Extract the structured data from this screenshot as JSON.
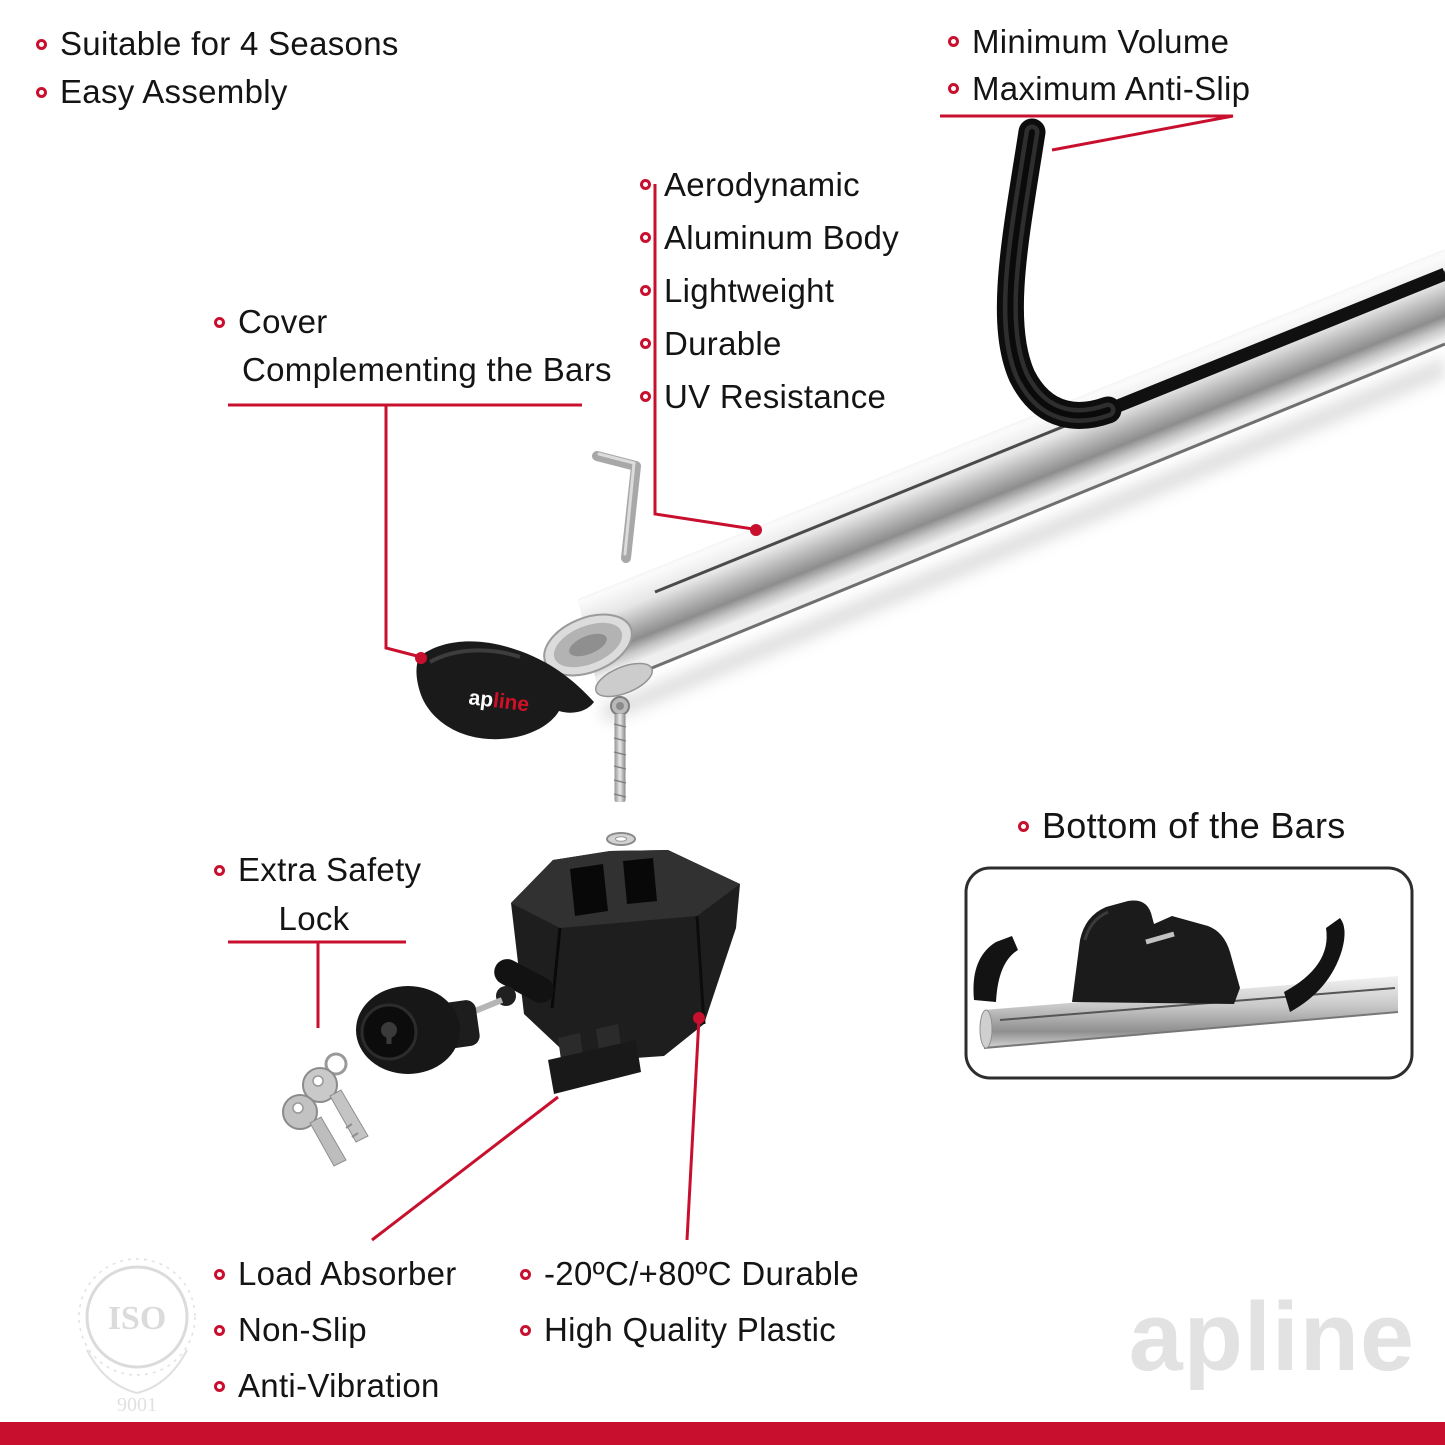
{
  "colors": {
    "accent": "#c8102e"
  },
  "brand": {
    "watermark": "apline",
    "logo_ap": "ap",
    "logo_line": "line"
  },
  "badges": {
    "iso_title": "ISO",
    "iso_number": "9001"
  },
  "labels": {
    "top_left": {
      "items": [
        "Suitable for 4 Seasons",
        "Easy Assembly"
      ]
    },
    "top_right": {
      "items": [
        "Minimum Volume",
        "Maximum Anti-Slip"
      ]
    },
    "bar_features": {
      "items": [
        "Aerodynamic",
        "Aluminum Body",
        "Lightweight",
        "Durable",
        "UV Resistance"
      ]
    },
    "cover": {
      "line1": "Cover",
      "line2": "Complementing the Bars"
    },
    "bottom_of_bars": "Bottom of the Bars",
    "safety_lock": {
      "line1": "Extra Safety",
      "line2": "Lock"
    },
    "foot_features": {
      "items": [
        "Load Absorber",
        "Non-Slip",
        "Anti-Vibration"
      ]
    },
    "material_features": {
      "items": [
        "-20ºC/+80ºC Durable",
        "High Quality Plastic"
      ]
    }
  }
}
